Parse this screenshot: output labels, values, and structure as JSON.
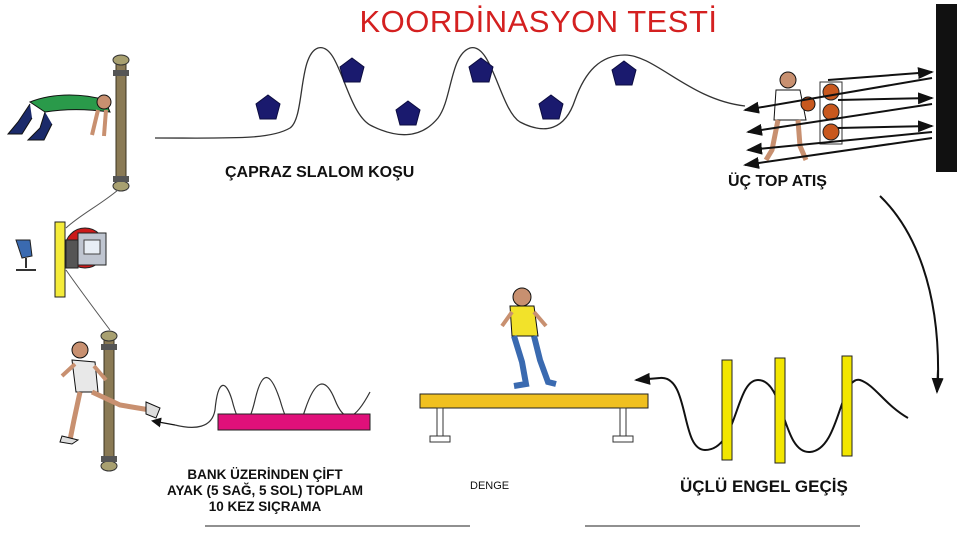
{
  "title": "KOORDİNASYON TESTİ",
  "stations": {
    "slalom": {
      "label": "ÇAPRAZ SLALOM KOŞU"
    },
    "throw": {
      "label": "ÜÇ TOP ATIŞ"
    },
    "hurdle": {
      "label": "ÜÇLÜ ENGEL GEÇİŞ"
    },
    "balance": {
      "label": "DENGE"
    },
    "jump": {
      "lines": [
        "BANK ÜZERİNDEN ÇİFT",
        "AYAK (5 SAĞ, 5 SOL) TOPLAM",
        "10 KEZ SIÇRAMA"
      ]
    }
  },
  "colors": {
    "title": "#d42020",
    "cone": "#1a1a6e",
    "hurdle": "#f2e600",
    "bench": "#f0c020",
    "jump_bar": "#e0107a",
    "wall": "#111111",
    "ball": "#c8581e"
  }
}
